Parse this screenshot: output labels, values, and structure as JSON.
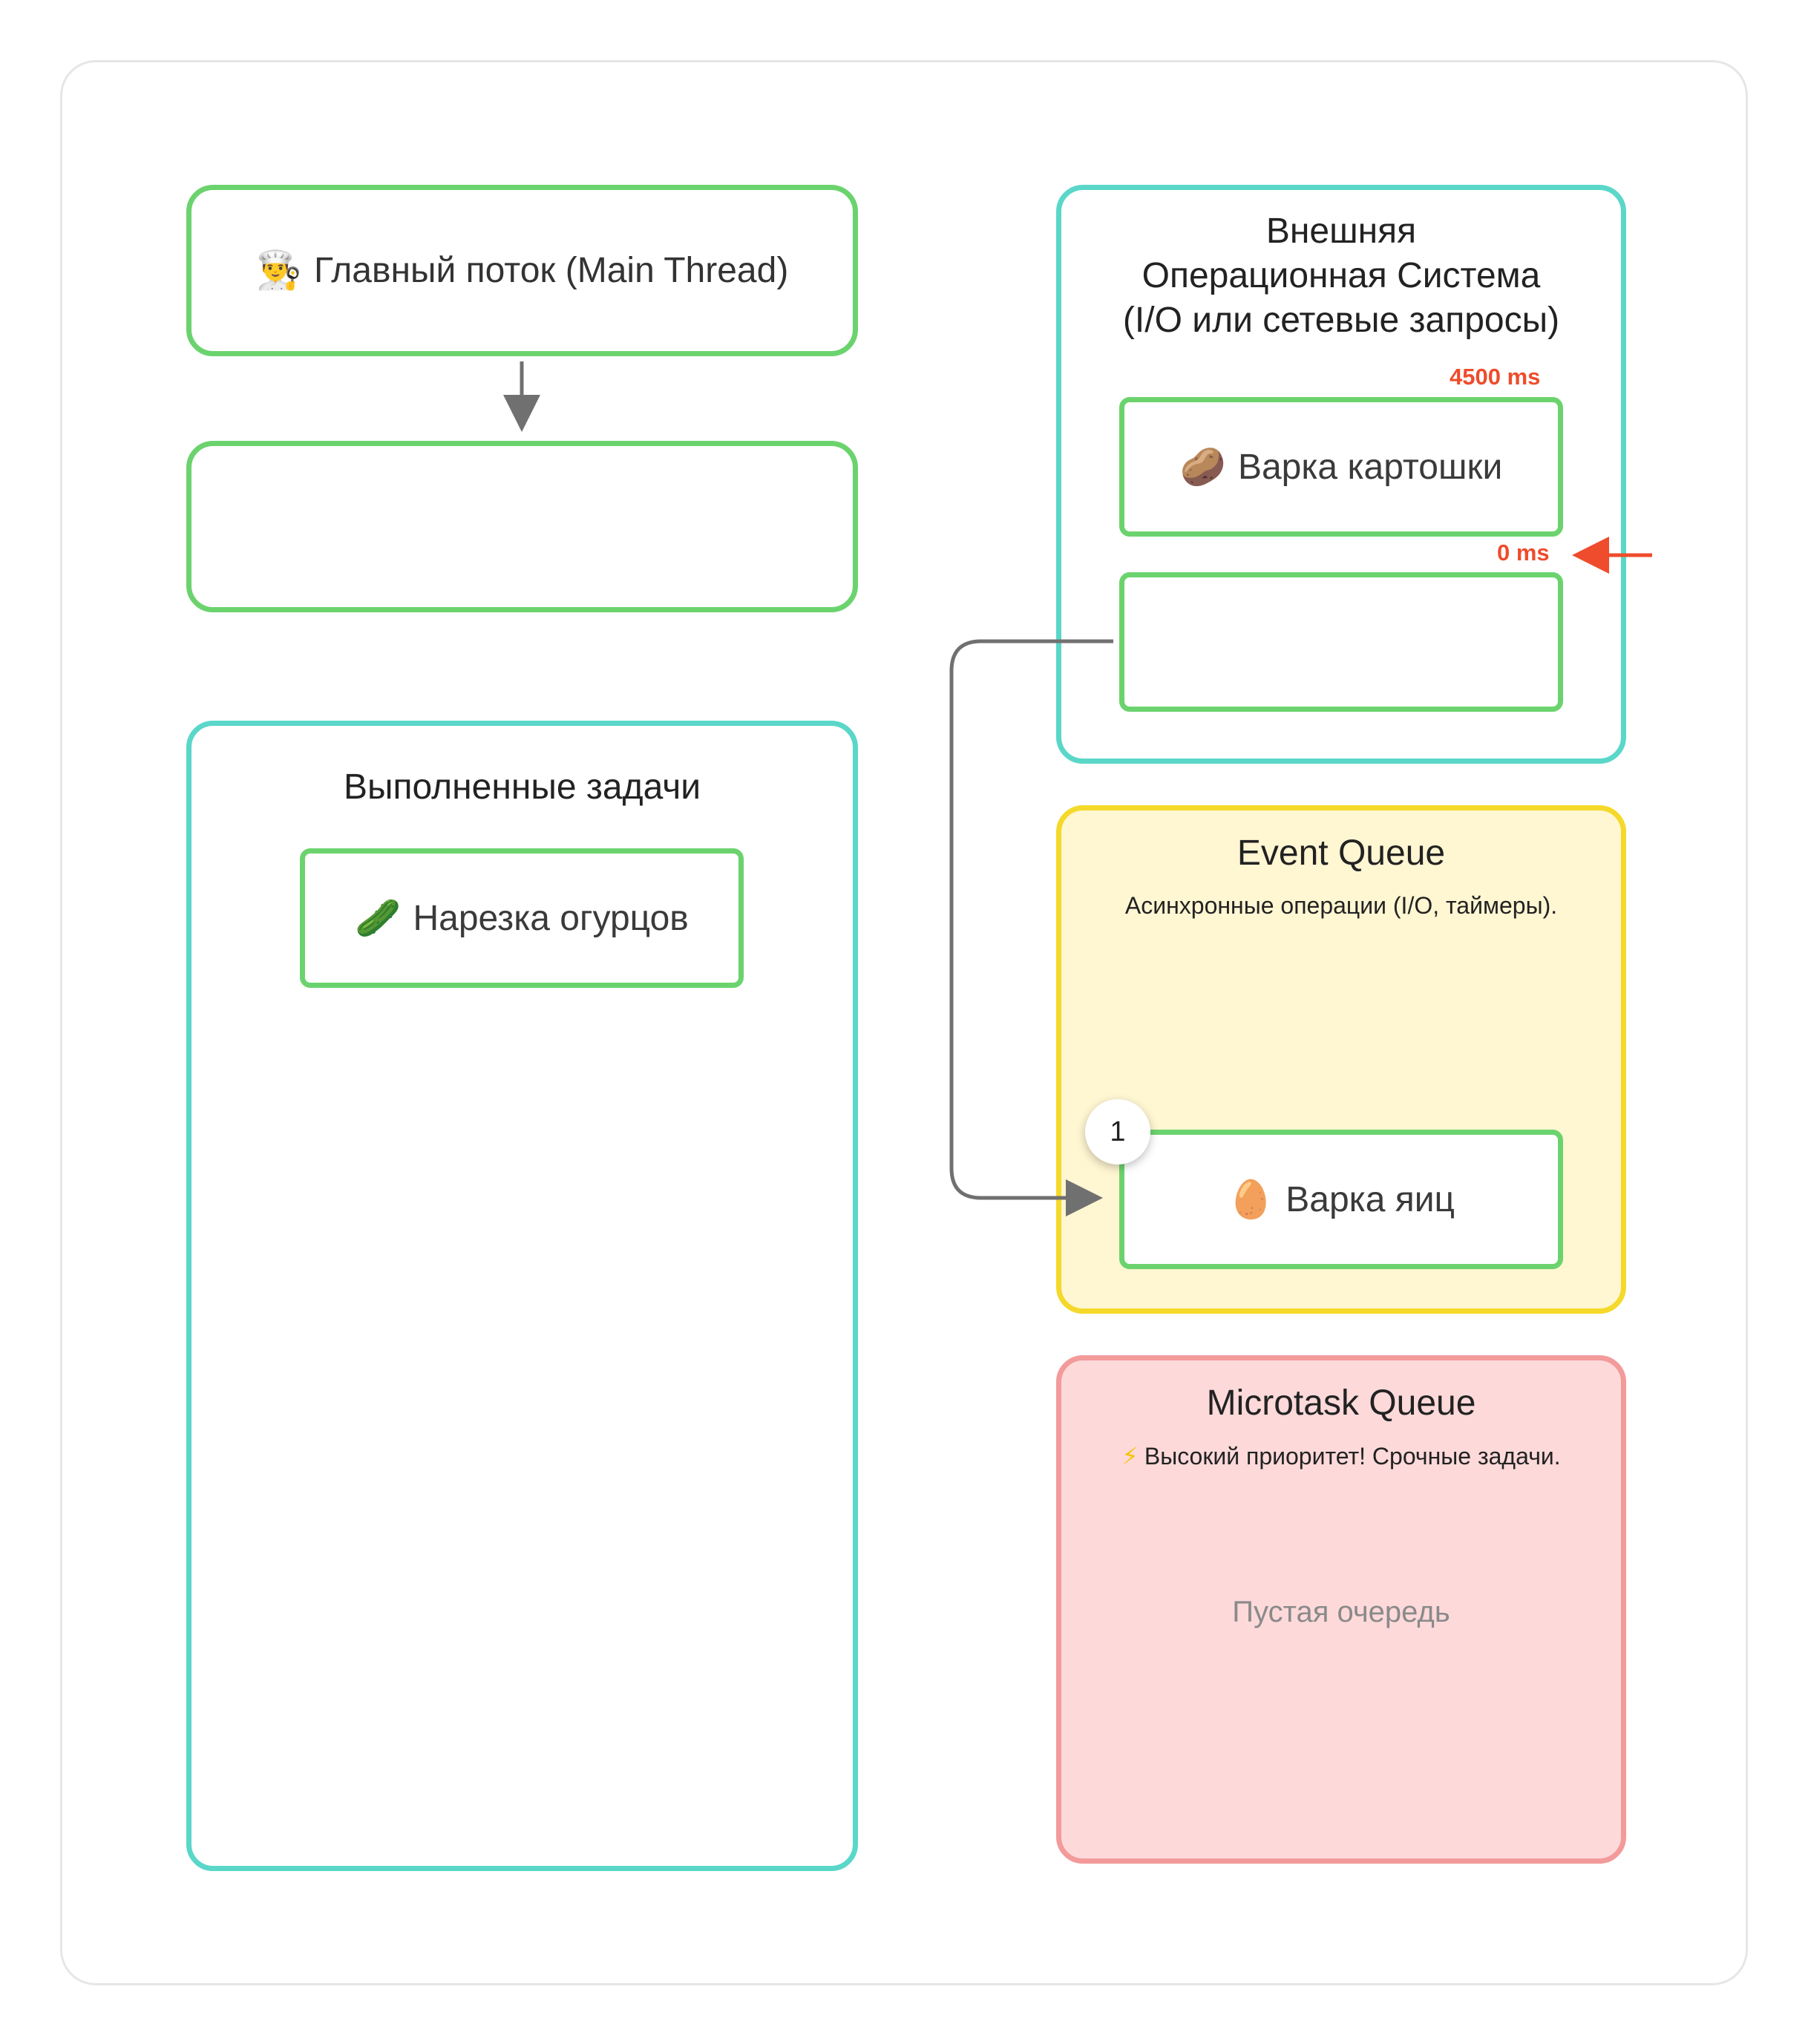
{
  "main_thread": {
    "icon": "chef-icon",
    "emoji": "👨‍🍳",
    "label": "Главный поток (Main Thread)"
  },
  "completed": {
    "title": "Выполненные задачи",
    "tasks": [
      {
        "icon": "cucumber-icon",
        "emoji": "🥒",
        "label": "Нарезка огурцов"
      }
    ]
  },
  "os": {
    "title_line1": "Внешняя",
    "title_line2": "Операционная Система",
    "title_line3": "(I/O или сетевые запросы)",
    "timer_top": "4500 ms",
    "timer_bottom": "0 ms",
    "tasks": [
      {
        "icon": "potato-icon",
        "emoji": "🥔",
        "label": "Варка картошки"
      }
    ]
  },
  "event_queue": {
    "title": "Event Queue",
    "subtitle": "Асинхронные операции (I/O, таймеры).",
    "tasks": [
      {
        "icon": "egg-icon",
        "emoji": "🥚",
        "label": "Варка яиц",
        "badge": "1"
      }
    ]
  },
  "microtask_queue": {
    "title": "Microtask Queue",
    "subtitle_icon": "lightning-icon",
    "subtitle_emoji": "⚡",
    "subtitle": "Высокий приоритет! Срочные задачи.",
    "empty_text": "Пустая очередь"
  },
  "colors": {
    "task_border": "#6bd36e",
    "panel_teal": "#5ad7c9",
    "event_queue_border": "#f5d92a",
    "event_queue_bg": "#fff6d2",
    "microtask_border": "#f39a9a",
    "microtask_bg": "#fdd9da",
    "timer_accent": "#ee4c2c",
    "connector": "#707070"
  }
}
